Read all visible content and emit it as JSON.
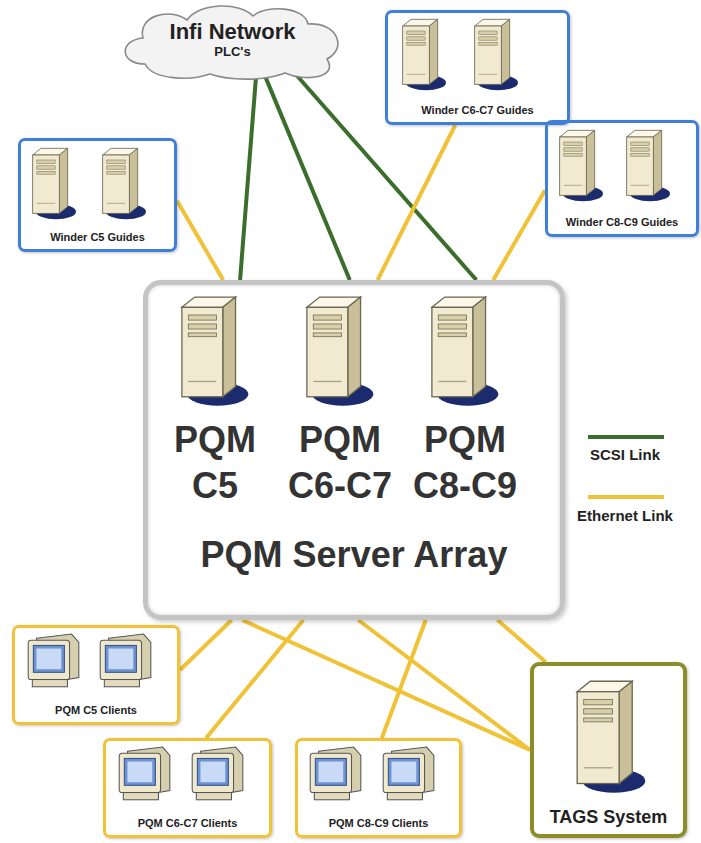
{
  "diagram": {
    "nodes": [
      {
        "text": [
          "Infi Network",
          "PLC's"
        ]
      },
      {
        "text": [
          "Winder C6-C7 Guides"
        ]
      },
      {
        "text": [
          "Winder C8-C9 Guides"
        ]
      },
      {
        "text": [
          "Winder C5 Guides"
        ]
      },
      {
        "text": [
          "PQM Server Array"
        ]
      },
      {
        "text": [
          "PQM C5"
        ],
        "in": 4
      },
      {
        "text": [
          "PQM C6-C7"
        ],
        "in": 4
      },
      {
        "text": [
          "PQM C8-C9"
        ],
        "in": 4
      },
      {
        "text": [
          "PQM C5 Clients"
        ]
      },
      {
        "text": [
          "PQM C6-C7 Clients"
        ]
      },
      {
        "text": [
          "PQM C8-C9 Clients"
        ]
      },
      {
        "text": [
          "TAGS System"
        ]
      }
    ],
    "edges": [
      {
        "from": 0,
        "to": 4,
        "arrow": "none"
      },
      {
        "from": 0,
        "to": 4,
        "arrow": "none"
      },
      {
        "from": 0,
        "to": 4,
        "arrow": "none"
      },
      {
        "from": 3,
        "to": 4,
        "arrow": "none"
      },
      {
        "from": 1,
        "to": 4,
        "arrow": "none"
      },
      {
        "from": 2,
        "to": 4,
        "arrow": "none"
      },
      {
        "from": 4,
        "to": 8,
        "arrow": "none"
      },
      {
        "from": 4,
        "to": 11,
        "arrow": "none"
      },
      {
        "from": 4,
        "to": 9,
        "arrow": "none"
      },
      {
        "from": 4,
        "to": 11,
        "arrow": "none"
      },
      {
        "from": 4,
        "to": 10,
        "arrow": "none"
      },
      {
        "from": 4,
        "to": 11,
        "arrow": "none"
      }
    ],
    "legend": [
      {
        "text": "SCSI Link"
      },
      {
        "text": "Ethernet Link"
      }
    ]
  }
}
